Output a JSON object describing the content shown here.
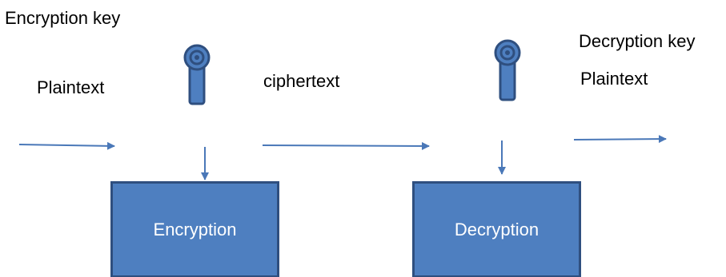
{
  "labels": {
    "encryption_key": "Encryption key",
    "plaintext_in": "Plaintext",
    "ciphertext": "ciphertext",
    "decryption_key": "Decryption key",
    "plaintext_out": "Plaintext"
  },
  "boxes": {
    "encryption": "Encryption",
    "decryption": "Decryption"
  },
  "colors": {
    "box_fill": "#4e7fc0",
    "box_border": "#2f4f7f",
    "arrow": "#4a78b8",
    "key_fill": "#4e7fc0",
    "key_stroke": "#2f4f7f"
  },
  "icons": {
    "encryption_key_icon": "key-icon",
    "decryption_key_icon": "key-icon"
  }
}
